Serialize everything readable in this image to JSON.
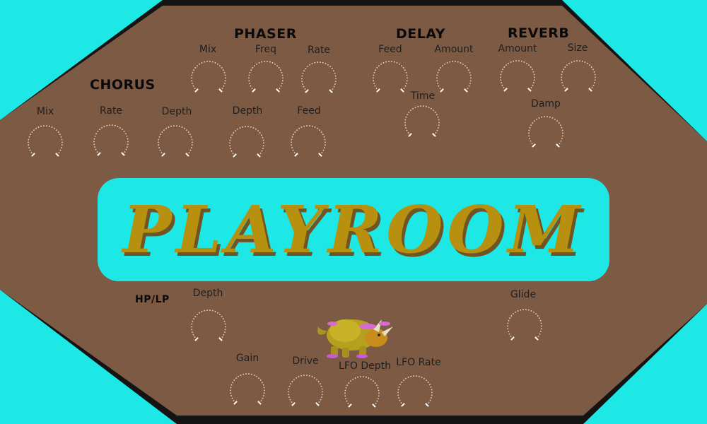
{
  "app": {
    "logo_text": "PLAYROOM"
  },
  "colors": {
    "panel": "#7d5a44",
    "accent_cyan": "#1ee8e6",
    "logo_gold": "#b8900f",
    "frame": "#141414"
  },
  "sections": {
    "chorus": {
      "title": "CHORUS",
      "knobs": {
        "mix": "Mix",
        "rate": "Rate",
        "depth": "Depth"
      }
    },
    "phaser": {
      "title": "PHASER",
      "knobs": {
        "mix": "Mix",
        "freq": "Freq",
        "rate": "Rate",
        "depth": "Depth",
        "feed": "Feed"
      }
    },
    "delay": {
      "title": "DELAY",
      "knobs": {
        "feed": "Feed",
        "amount": "Amount",
        "time": "Time"
      }
    },
    "reverb": {
      "title": "REVERB",
      "knobs": {
        "amount": "Amount",
        "size": "Size",
        "damp": "Damp"
      }
    },
    "filter": {
      "title": "HP/LP",
      "knobs": {
        "depth": "Depth",
        "gain": "Gain",
        "drive": "Drive",
        "lfo_depth": "LFO Depth",
        "lfo_rate": "LFO Rate",
        "glide": "Glide"
      }
    }
  },
  "icons": {
    "mascot": "triceratops-mascot-icon",
    "knob": "rotary-knob-icon"
  }
}
